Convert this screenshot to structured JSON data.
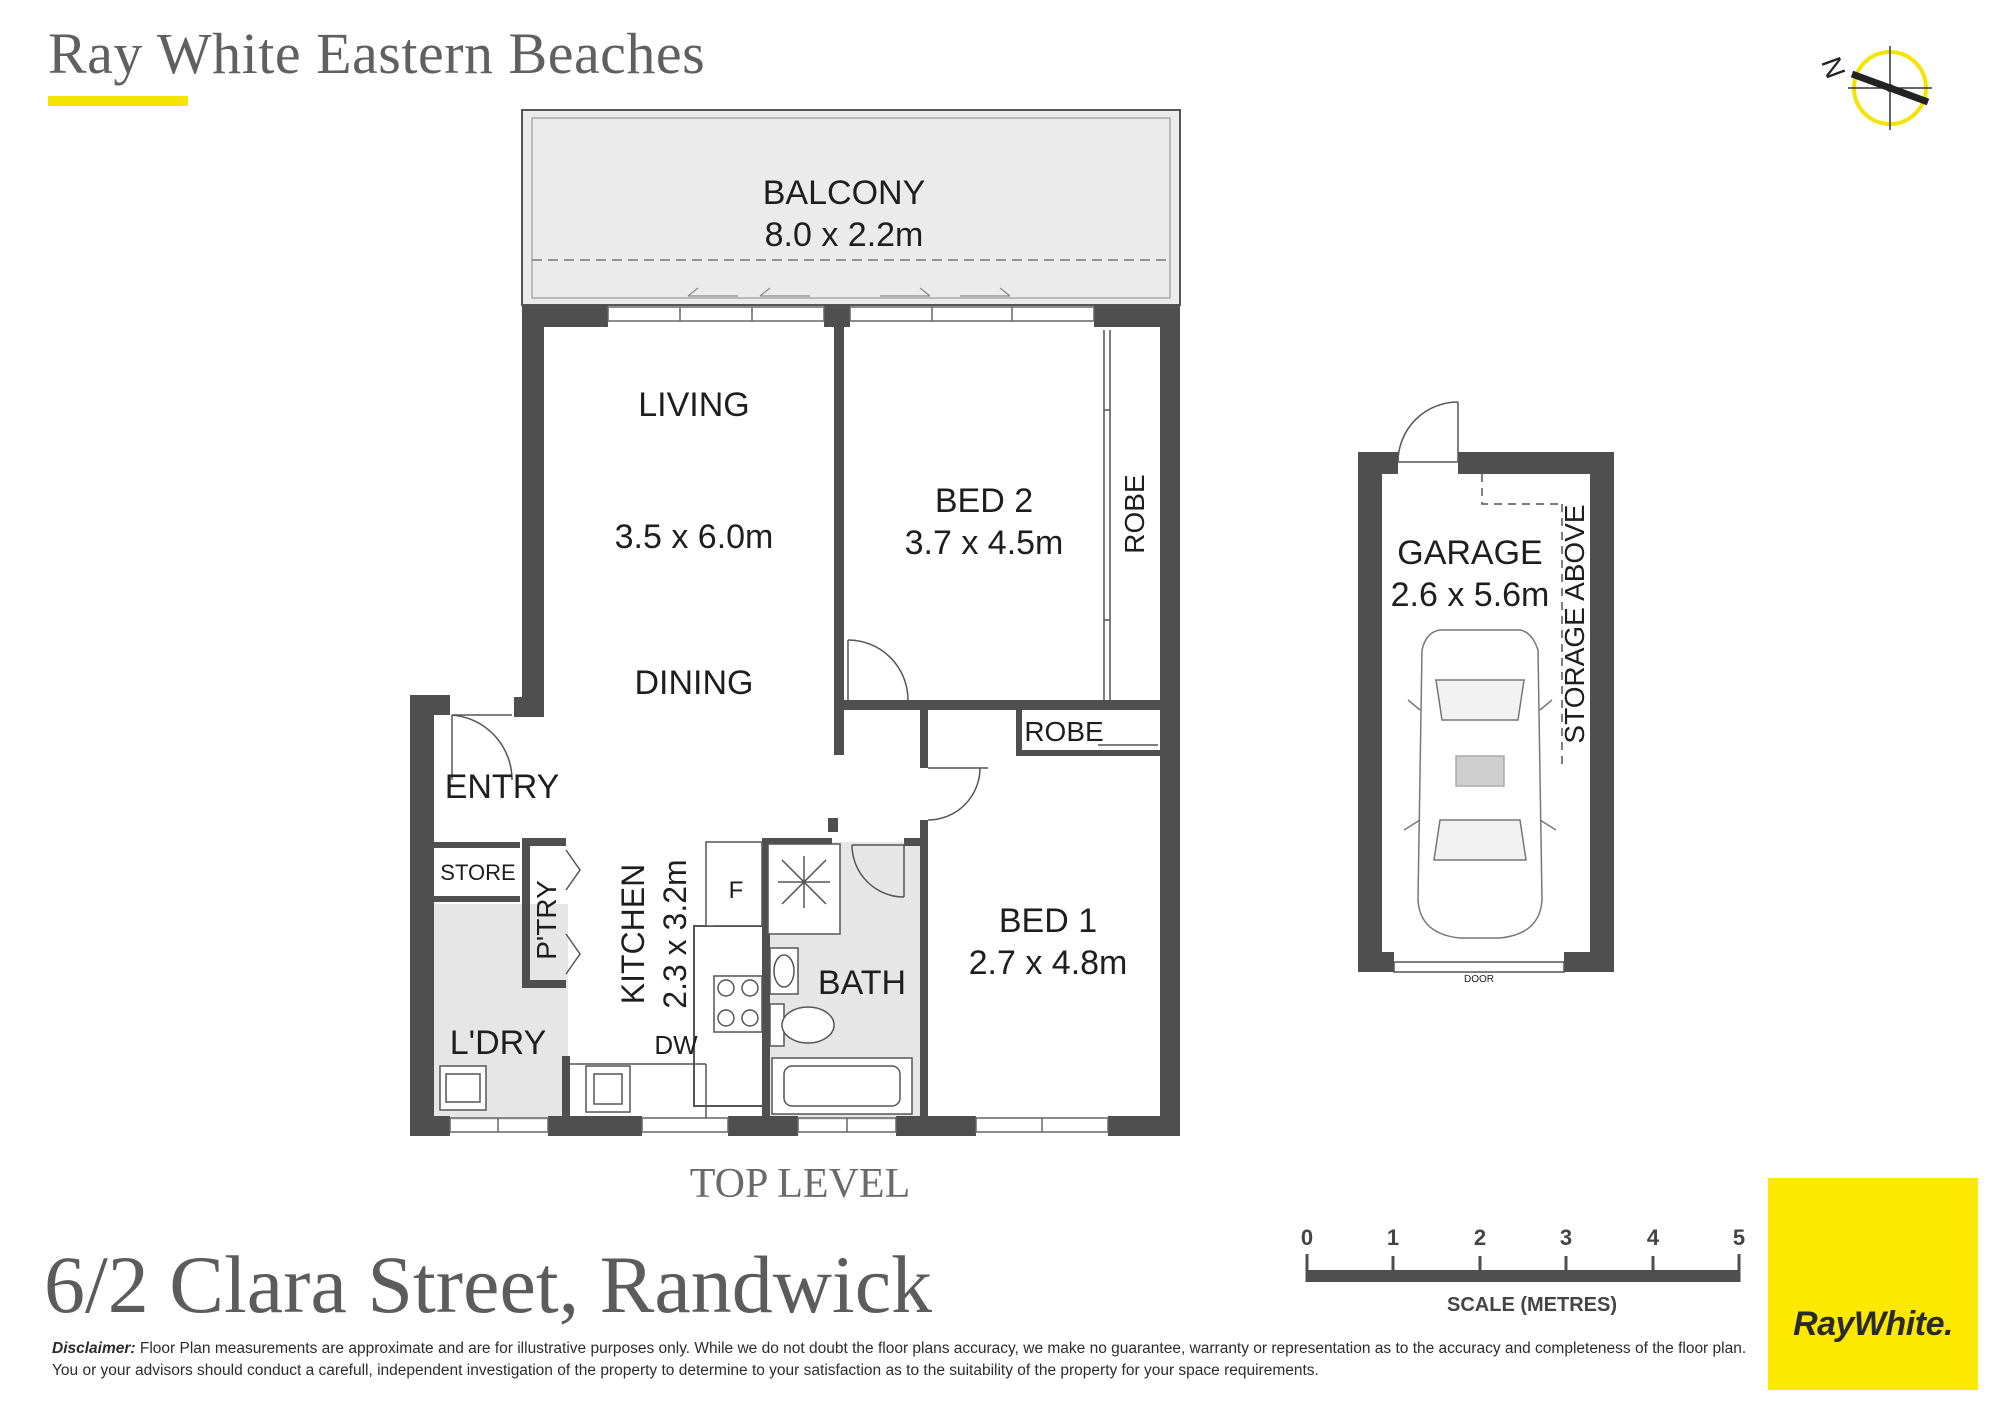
{
  "header": {
    "agency": "Ray White Eastern Beaches",
    "accent_color": "#f5e400"
  },
  "compass": {
    "north_label": "N"
  },
  "rooms": {
    "balcony": {
      "name": "BALCONY",
      "size": "8.0 x 2.2m"
    },
    "living": {
      "name": "LIVING",
      "size": "3.5 x 6.0m"
    },
    "dining": {
      "name": "DINING"
    },
    "bed2": {
      "name": "BED 2",
      "size": "3.7 x 4.5m"
    },
    "robe_bed2": {
      "name": "ROBE"
    },
    "robe_bed1": {
      "name": "ROBE"
    },
    "entry": {
      "name": "ENTRY"
    },
    "store": {
      "name": "STORE"
    },
    "pantry": {
      "name": "P'TRY"
    },
    "kitchen": {
      "name": "KITCHEN",
      "size": "2.3 x 3.2m"
    },
    "fridge": {
      "name": "F"
    },
    "bath": {
      "name": "BATH"
    },
    "bed1": {
      "name": "BED 1",
      "size": "2.7 x 4.8m"
    },
    "laundry": {
      "name": "L'DRY"
    },
    "dishwasher": {
      "name": "DW"
    },
    "garage": {
      "name": "GARAGE",
      "size": "2.6 x 5.6m"
    },
    "storage_above": {
      "name": "STORAGE ABOVE"
    },
    "garage_door": {
      "name": "DOOR"
    }
  },
  "level_label": "TOP LEVEL",
  "address": "6/2 Clara Street, Randwick",
  "scale": {
    "ticks": [
      "0",
      "1",
      "2",
      "3",
      "4",
      "5"
    ],
    "label": "SCALE (METRES)"
  },
  "disclaimer": {
    "lead": "Disclaimer:",
    "text": " Floor Plan measurements are approximate and are for illustrative purposes only. While we do not doubt the  floor  plans  accuracy,  we make no guarantee, warranty or representation as to the accuracy and completeness of the floor plan.  You  or  your  advisors  should  conduct a carefull, independent investigation of the property to determine to your satisfaction as to the suitability of the property for your space requirements."
  },
  "brand": {
    "logo_text": "RayWhite.",
    "box_color": "#fde800"
  },
  "colors": {
    "wall": "#4f4f4f",
    "wet_area": "#e6e6e6",
    "balcony": "#ebebeb"
  }
}
